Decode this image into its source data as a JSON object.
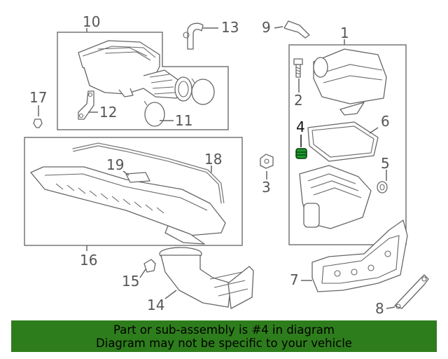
{
  "callouts": {
    "c1": "1",
    "c2": "2",
    "c3": "3",
    "c4": "4",
    "c5": "5",
    "c6": "6",
    "c7": "7",
    "c8": "8",
    "c9": "9",
    "c10": "10",
    "c11": "11",
    "c12": "12",
    "c13": "13",
    "c14": "14",
    "c15": "15",
    "c16": "16",
    "c17": "17",
    "c18": "18",
    "c19": "19"
  },
  "highlighted_part": "4",
  "colors": {
    "banner": "#2e7d1c",
    "highlight_part": "#1d9c2a",
    "line": "#666666"
  },
  "banner": {
    "line1": "Part or sub-assembly is #4 in diagram",
    "line2": "Diagram may not be specific to your vehicle"
  }
}
